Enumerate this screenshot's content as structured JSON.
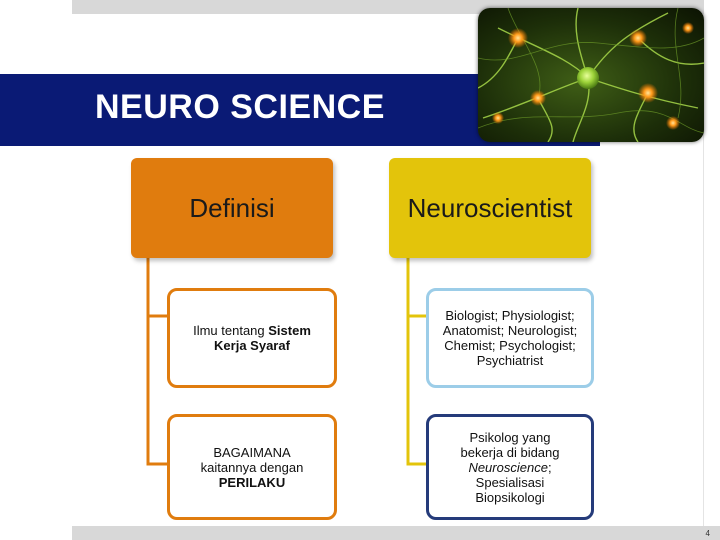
{
  "slide": {
    "title": "NEURO SCIENCE",
    "page_number": "4"
  },
  "left_column": {
    "header": "Definisi",
    "item1": {
      "text": "Ilmu tentang ",
      "bold": "Sistem Kerja Syaraf"
    },
    "item2": {
      "text": "BAGAIMANA kaitannya dengan ",
      "bold": "PERILAKU"
    }
  },
  "right_column": {
    "header": "Neuroscientist",
    "item1": {
      "text": "Biologist; Physiologist; Anatomist; Neurologist; Chemist; Psychologist; Psychiatrist"
    },
    "item2": {
      "pre": "Psikolog yang bekerja di bidang ",
      "italic": "Neuroscience",
      "post": "; Spesialisasi Biopsikologi"
    }
  },
  "colors": {
    "title_band": "#0a1a75",
    "left_accent": "#e07c0e",
    "right_accent": "#e3c40b",
    "light_blue_border": "#9ccde8",
    "navy_border": "#253b7a"
  }
}
